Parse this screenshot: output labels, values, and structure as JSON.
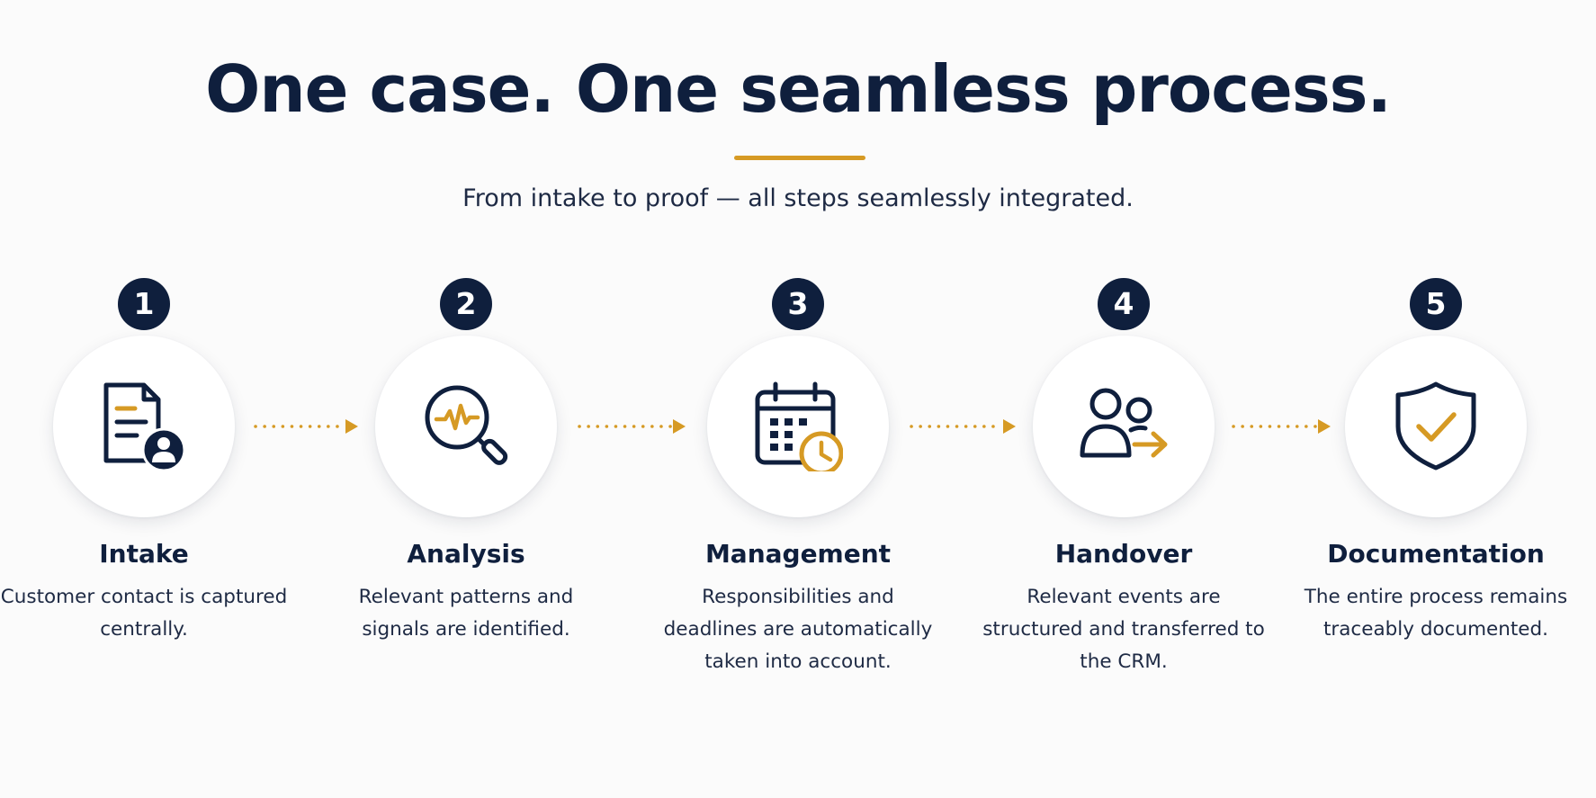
{
  "title": "One case. One seamless process.",
  "subtitle": "From intake to proof — all steps seamlessly integrated.",
  "colors": {
    "navy": "#0f1f3d",
    "accent": "#d69a24",
    "background": "#fbfbfb"
  },
  "steps": [
    {
      "number": "1",
      "title": "Intake",
      "description": "Customer contact is captured centrally.",
      "icon": "document-user-icon"
    },
    {
      "number": "2",
      "title": "Analysis",
      "description": "Relevant patterns and signals are identified.",
      "icon": "magnifier-pulse-icon"
    },
    {
      "number": "3",
      "title": "Management",
      "description": "Responsibilities and deadlines are automatically taken into account.",
      "icon": "calendar-clock-icon"
    },
    {
      "number": "4",
      "title": "Handover",
      "description": "Relevant events are structured and transferred to the CRM.",
      "icon": "users-arrow-icon"
    },
    {
      "number": "5",
      "title": "Documentation",
      "description": "The entire process remains traceably documented.",
      "icon": "shield-check-icon"
    }
  ],
  "connector_icon": "dotted-arrow-icon"
}
